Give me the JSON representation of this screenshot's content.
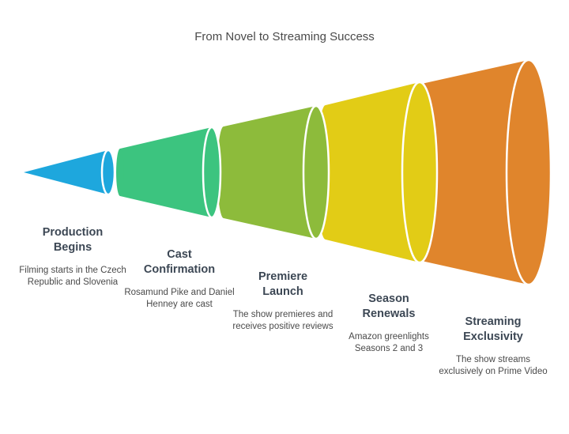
{
  "title": "From Novel to Streaming Success",
  "colors": {
    "production": "#1ea7dd",
    "cast": "#3cc47f",
    "premiere": "#8dbb3b",
    "renewals": "#e2cc16",
    "streaming": "#e0852c",
    "outline": "#ffffff"
  },
  "stages": [
    {
      "heading": "Production\nBegins",
      "description": "Filming starts in the Czech Republic and Slovenia"
    },
    {
      "heading": "Cast\nConfirmation",
      "description": "Rosamund Pike and Daniel Henney are cast"
    },
    {
      "heading": "Premiere\nLaunch",
      "description": "The show premieres and receives positive reviews"
    },
    {
      "heading": "Season\nRenewals",
      "description": "Amazon greenlights Seasons 2 and 3"
    },
    {
      "heading": "Streaming\nExclusivity",
      "description": "The show streams exclusively on Prime Video"
    }
  ]
}
